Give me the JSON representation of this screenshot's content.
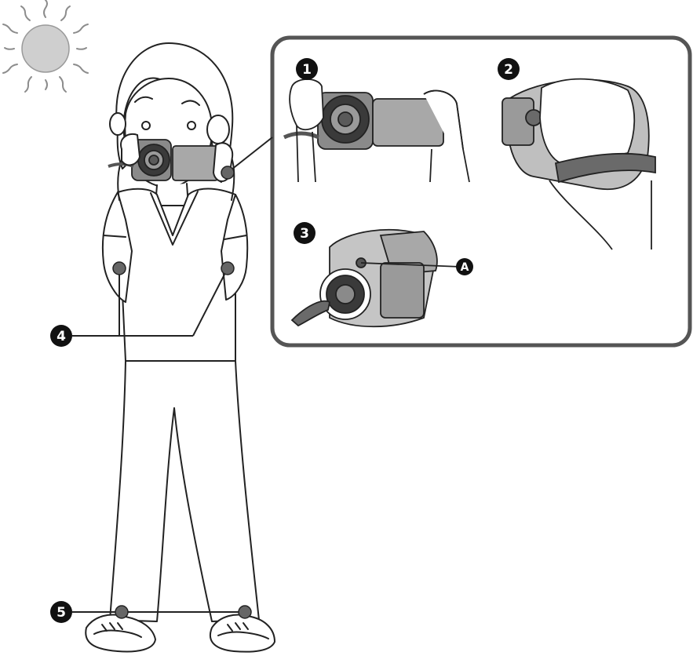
{
  "callouts": {
    "one": "1",
    "two": "2",
    "three": "3",
    "four": "4",
    "five": "5",
    "a": "A"
  },
  "colors": {
    "line": "#222222",
    "sun_fill": "#cfcfcf",
    "panel_border": "#555555",
    "camera_gray": "#8a8a8a",
    "camera_dark": "#3a3a3a",
    "lcd_gray": "#a8a8a8",
    "badge": "#111111"
  },
  "icons": {
    "sun": "sun-icon",
    "person": "person-figure",
    "camera": "camcorder-icon"
  }
}
